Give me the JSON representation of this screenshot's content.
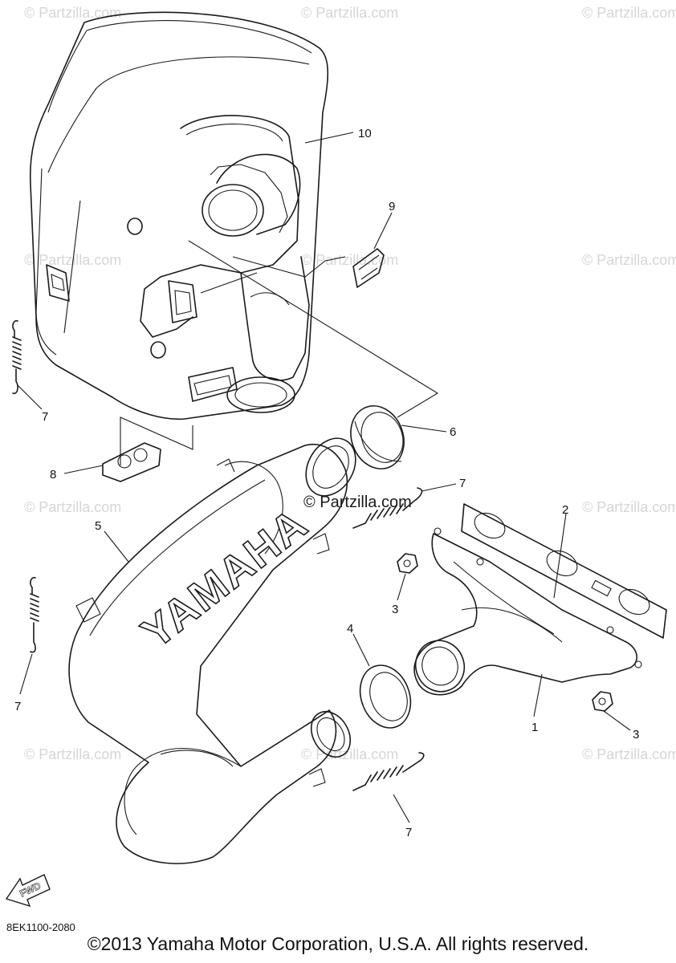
{
  "watermark": "© Partzilla.com",
  "watermark_center": "© Partzilla.com",
  "brand_logo": "YAMAHA",
  "fwd_label": "FWD",
  "part_code": "8EK1100-2080",
  "copyright": "©2013 Yamaha Motor Corporation, U.S.A. All rights reserved.",
  "callouts": [
    "10",
    "9",
    "7",
    "6",
    "8",
    "7",
    "5",
    "2",
    "3",
    "7",
    "4",
    "1",
    "3",
    "7"
  ]
}
